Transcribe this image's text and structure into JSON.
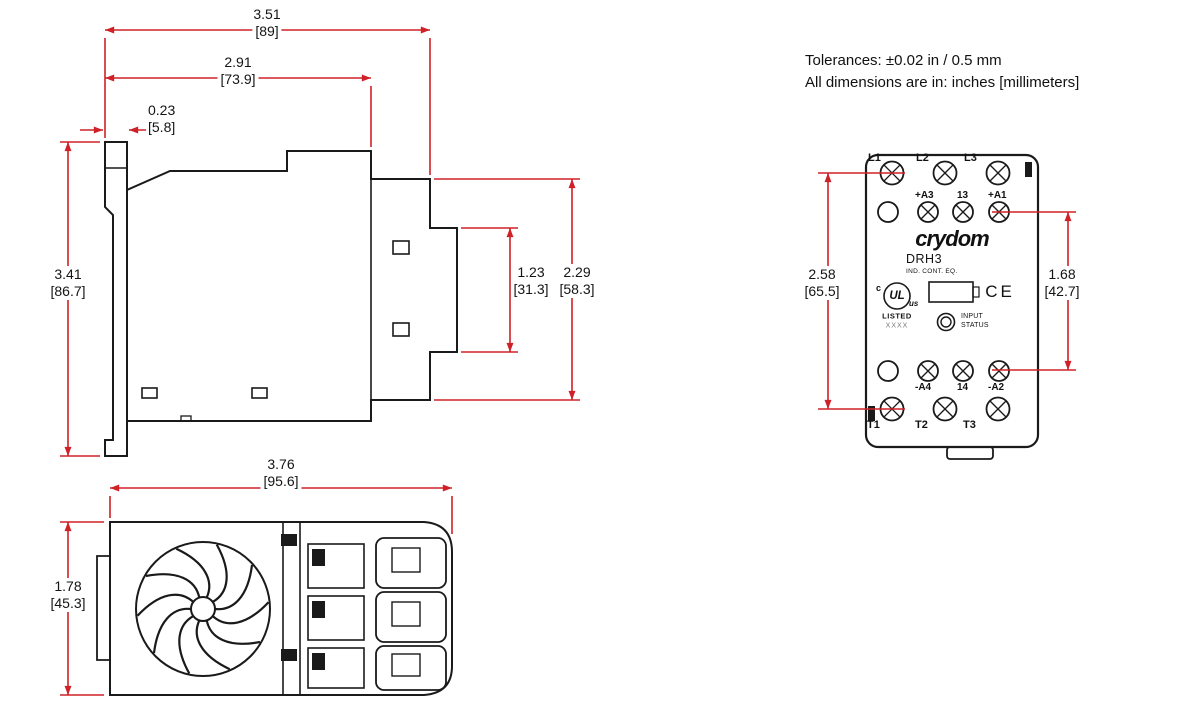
{
  "colors": {
    "outline": "#1a1a1a",
    "dimension_red": "#cf2127",
    "background": "#ffffff"
  },
  "notes": {
    "tolerances": "Tolerances: ±0.02 in / 0.5 mm",
    "units": "All dimensions are in: inches [millimeters]"
  },
  "side_view": {
    "dims": {
      "total_width": {
        "in": "3.51",
        "mm": "[89]"
      },
      "body_width": {
        "in": "2.91",
        "mm": "[73.9]"
      },
      "din_tab": {
        "in": "0.23",
        "mm": "[5.8]"
      },
      "total_height": {
        "in": "3.41",
        "mm": "[86.7]"
      },
      "terminal_depth": {
        "in": "1.23",
        "mm": "[31.3]"
      },
      "front_depth": {
        "in": "2.29",
        "mm": "[58.3]"
      }
    }
  },
  "bottom_view": {
    "dims": {
      "width": {
        "in": "3.76",
        "mm": "[95.6]"
      },
      "depth": {
        "in": "1.78",
        "mm": "[45.3]"
      }
    }
  },
  "front_view": {
    "brand": "crydom",
    "model": "DRH3",
    "equipment_type": "IND. CONT. EQ.",
    "ul": {
      "c": "c",
      "mark": "UL",
      "us": "us",
      "listed": "LISTED",
      "file": "XXXX"
    },
    "ce_mark": "CE",
    "input_status": [
      "INPUT",
      "STATUS"
    ],
    "terminals": {
      "line_top": [
        "L1",
        "L2",
        "L3"
      ],
      "control_top": [
        "+A3",
        "13",
        "+A1"
      ],
      "control_bottom": [
        "-A4",
        "14",
        "-A2"
      ],
      "load_bottom": [
        "T1",
        "T2",
        "T3"
      ]
    },
    "dims": {
      "mount_height": {
        "in": "2.58",
        "mm": "[65.5]"
      },
      "control_height": {
        "in": "1.68",
        "mm": "[42.7]"
      }
    }
  }
}
